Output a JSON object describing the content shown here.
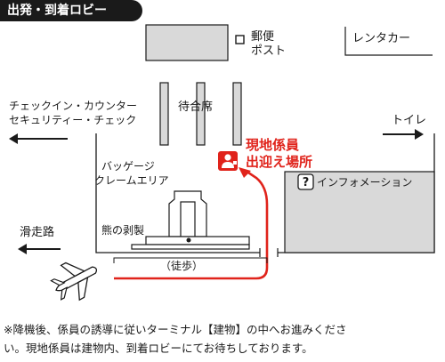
{
  "header": {
    "title": "出発・到着ロビー"
  },
  "map_labels": {
    "post_office": [
      "郵便",
      "ポスト"
    ],
    "rent_a_car": "レンタカー",
    "waiting_seats": "待合席",
    "check_in": [
      "チェックイン・カウンター",
      "セキュリティー・チェック"
    ],
    "toilet": "トイレ",
    "staff_meeting_place": [
      "現地係員",
      "出迎え場所"
    ],
    "baggage_claim": [
      "バッゲージ",
      "クレームエリア"
    ],
    "information": "インフォメーション",
    "runway": "滑走路",
    "bear_specimen": "熊の剥製",
    "walk": "（徒歩）"
  },
  "icons": {
    "post": "square-icon",
    "information": "question-mark-icon",
    "staff": "person-icon",
    "plane": "airplane-icon"
  },
  "colors": {
    "route": "#e0231b",
    "building_fill": "#d9d9d9",
    "outline": "#1a1a1a"
  },
  "footnote": [
    "※降機後、係員の誘導に従いターミナル【建物】の中へお進みくださ",
    "い。現地係員は建物内、到着ロビーにてお待ちしております。"
  ]
}
